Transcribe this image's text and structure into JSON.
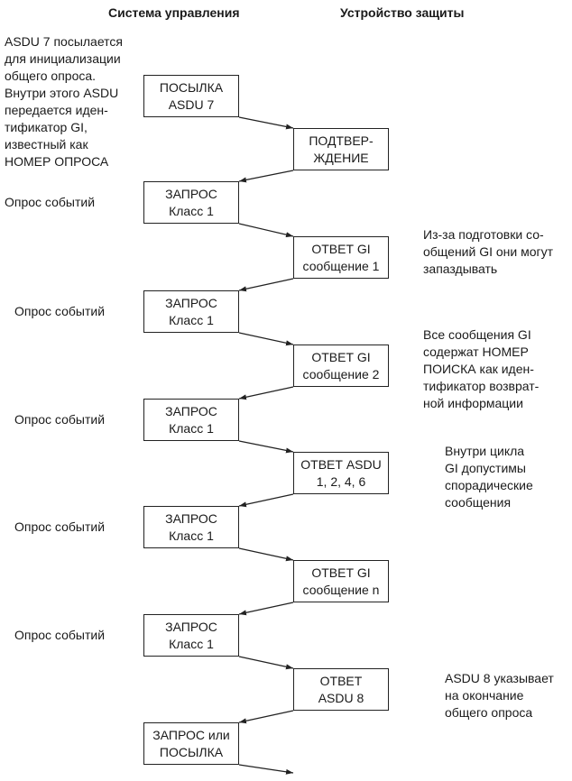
{
  "headers": {
    "left": "Система управления",
    "right": "Устройство защиты"
  },
  "notes": {
    "intro": "ASDU 7 посылается\nдля инициализации\nобщего опроса.\nВнутри этого ASDU\nпередается иден-\nтификатор GI,\nизвестный как\nНОМЕР ОПРОСА",
    "delay": "Из-за подготовки со-\nобщений GI они могут\nзапаздывать",
    "search_number": "Все сообщения GI\nсодержат НОМЕР\nПОИСКА  как иден-\nтификатор возврат-\nной информации",
    "sporadic": "Внутри цикла\nGI допустимы\nспорадические\nсообщения",
    "end": "ASDU 8 указывает\nна окончание\nобщего опроса"
  },
  "poll_label": "Опрос событий",
  "steps": [
    {
      "side": "left",
      "line1": "ПОСЫЛКА",
      "line2": "ASDU 7"
    },
    {
      "side": "right",
      "line1": "ПОДТВЕР-",
      "line2": "ЖДЕНИЕ"
    },
    {
      "side": "left",
      "line1": "ЗАПРОС",
      "line2": "Класс 1"
    },
    {
      "side": "right",
      "line1": "ОТВЕТ GI",
      "line2": "сообщение 1"
    },
    {
      "side": "left",
      "line1": "ЗАПРОС",
      "line2": "Класс 1"
    },
    {
      "side": "right",
      "line1": "ОТВЕТ GI",
      "line2": "сообщение 2"
    },
    {
      "side": "left",
      "line1": "ЗАПРОС",
      "line2": "Класс 1"
    },
    {
      "side": "right",
      "line1": "ОТВЕТ ASDU",
      "line2": "1, 2, 4, 6"
    },
    {
      "side": "left",
      "line1": "ЗАПРОС",
      "line2": "Класс 1"
    },
    {
      "side": "right",
      "line1": "ОТВЕТ GI",
      "line2": "сообщение  n"
    },
    {
      "side": "left",
      "line1": "ЗАПРОС",
      "line2": "Класс 1"
    },
    {
      "side": "right",
      "line1": "ОТВЕТ",
      "line2": "ASDU 8"
    },
    {
      "side": "left",
      "line1": "ЗАПРОС или",
      "line2": "ПОСЫЛКА"
    }
  ]
}
